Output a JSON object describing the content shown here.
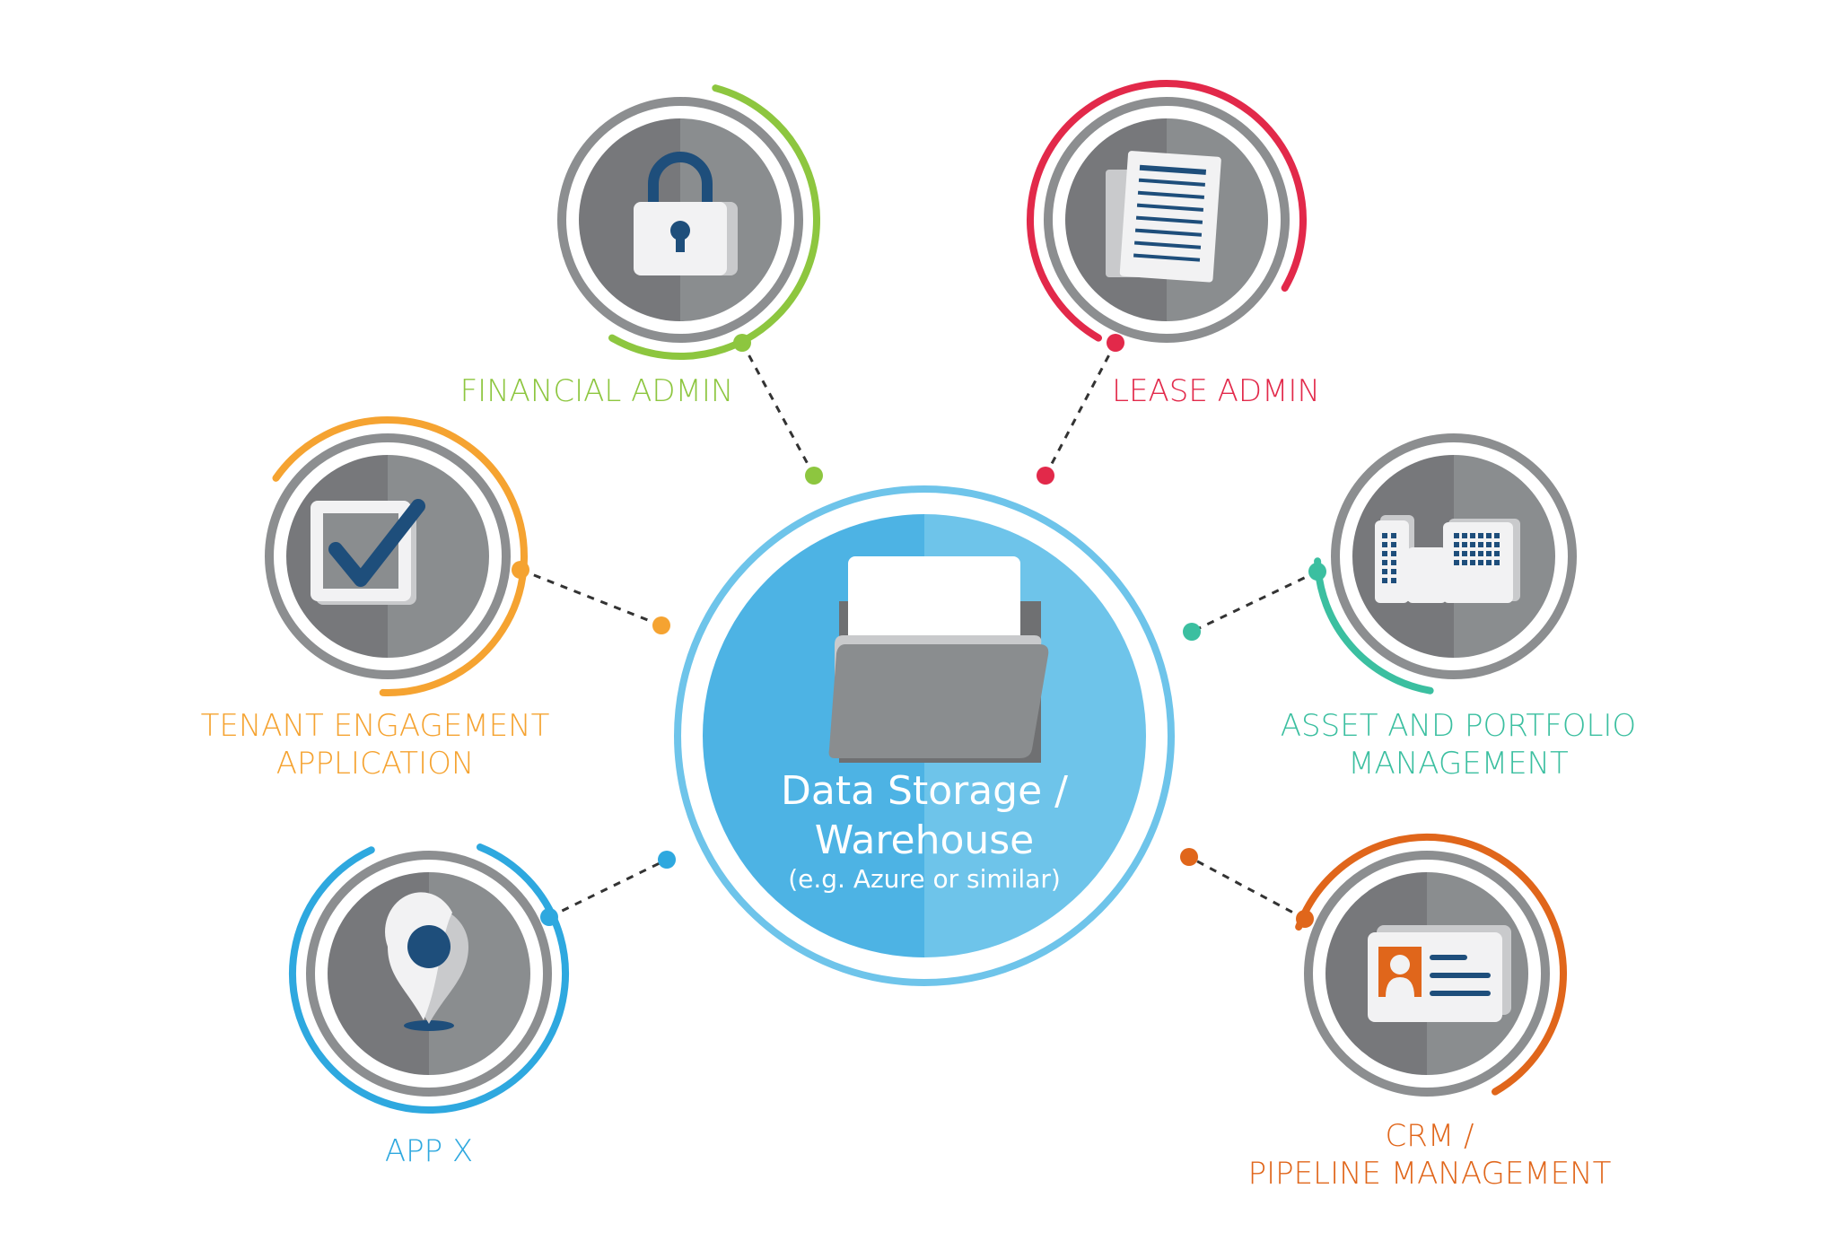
{
  "center": {
    "line1": "Data Storage /",
    "line2": "Warehouse",
    "note": "(e.g. Azure or similar)",
    "color_light": "#6EC4EA",
    "color_dark": "#4DB3E4"
  },
  "nodes": [
    {
      "id": "financial-admin",
      "lines": [
        "FINANCIAL ADMIN"
      ],
      "color": "#8DC63F",
      "icon": "padlock-icon"
    },
    {
      "id": "lease-admin",
      "lines": [
        "LEASE ADMIN"
      ],
      "color": "#E2294A",
      "icon": "document-icon"
    },
    {
      "id": "tenant-engagement",
      "lines": [
        "TENANT ENGAGEMENT",
        "APPLICATION"
      ],
      "color": "#F5A331",
      "icon": "checkbox-icon"
    },
    {
      "id": "asset-portfolio",
      "lines": [
        "ASSET AND PORTFOLIO",
        "MANAGEMENT"
      ],
      "color": "#3BBFA0",
      "icon": "buildings-icon"
    },
    {
      "id": "app-x",
      "lines": [
        "APP X"
      ],
      "color": "#2EA8DF",
      "icon": "map-pin-icon"
    },
    {
      "id": "crm-pipeline",
      "lines": [
        "CRM /",
        "PIPELINE MANAGEMENT"
      ],
      "color": "#E0661B",
      "icon": "id-card-icon"
    }
  ],
  "palette": {
    "gray_dark": "#77787B",
    "gray_light": "#8A8D8F",
    "gray_ring": "#8C8E90",
    "icon_blue": "#1E4E7B",
    "connector": "#333333"
  }
}
